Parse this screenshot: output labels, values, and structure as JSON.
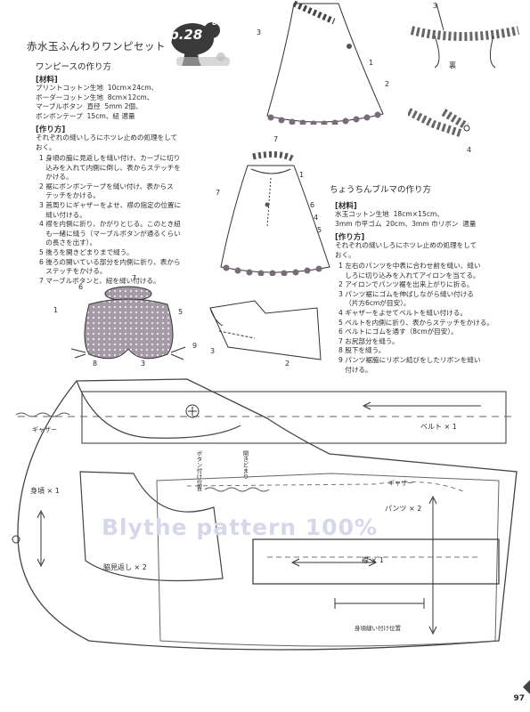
{
  "header": {
    "page_ref": "p.28",
    "doll": "Blythe",
    "title": "赤水玉ふんわりワンピセット",
    "subtitle": "ワンピースの作り方"
  },
  "dress": {
    "materials_heading": "[材料]",
    "materials": [
      "プリントコットン生地  10cm×24cm、",
      "ボーダーコットン生地  8cm×12cm、",
      "マーブルボタン  直径  5mm 2個、",
      "ボンボンテープ  15cm、紐 適量"
    ],
    "method_heading": "[作り方]",
    "intro": [
      "それぞれの縫いしろにホツレ止めの処理をして",
      "おく。"
    ],
    "steps": [
      "1 身頃の脇に見返しを縫い付け、カーブに切り",
      "   込みを入れて内側に倒し、表からステッチを",
      "   かける。",
      "2 裾にボンボンテープを縫い付け、表からス",
      "   テッチをかける。",
      "3 首周りにギャザーをよせ、襟の指定の位置に",
      "   縫い付ける。",
      "4 襟を内側に折り、かがりとじる。このとき紐",
      "   も一緒に縫う（マーブルボタンが通るくらい",
      "   の長さを出す）。",
      "5 後ろを開きどまりまで縫う。",
      "6 後ろの開いている部分を内側に折り、表から",
      "   ステッチをかける。",
      "7 マーブルボタンと、紐を縫い付ける。"
    ]
  },
  "bloomers": {
    "subtitle": "ちょうちんブルマの作り方",
    "materials_heading": "[材料]",
    "materials": [
      "水玉コットン生地  18cm×15cm、",
      "3mm 巾平ゴム  20cm、3mm 巾リボン  適量"
    ],
    "method_heading": "[作り方]",
    "intro": [
      "それぞれの縫いしろにホツレ止めの処理をして",
      "おく。"
    ],
    "steps": [
      "1 左右のパンツを中表に合わせ前を縫い、縫い",
      "   しろに切り込みを入れてアイロンを当てる。",
      "2 アイロンでパンツ裾を出来上がりに折る。",
      "3 パンツ裾にゴムを伸ばしながら縫い付ける",
      "   （片方6cmが目安）。",
      "4 ギャザーをよせてベルトを縫い付ける。",
      "5 ベルトを内側に折り、表からステッチをかける。",
      "6 ベルトにゴムを通す（8cmが目安）。",
      "7 お尻部分を縫う。",
      "8 股下を縫う。",
      "9 パンツ裾脇にリボン結びをしたリボンを縫い",
      "   付ける。"
    ]
  },
  "diagram_labels": {
    "ura": "裏",
    "n1": "1",
    "n2": "2",
    "n3": "3",
    "n4": "4",
    "n5": "5",
    "n6": "6",
    "n7": "7",
    "n8": "8",
    "n9": "9"
  },
  "pattern": {
    "gather_left": "ギャザー",
    "gather_right": "ギャザー",
    "belt": "ベルト × 1",
    "button_pos": "ボタン付け位置",
    "opening_end": "開きどまり",
    "bodice": "身頃 × 1",
    "facing": "脇見返し × 2",
    "pants": "パンツ × 2",
    "collar": "襟 × 1",
    "bodice_attach": "身頃縫い付け位置",
    "watermark": "Blythe pattern 100%"
  },
  "page_number": "97"
}
